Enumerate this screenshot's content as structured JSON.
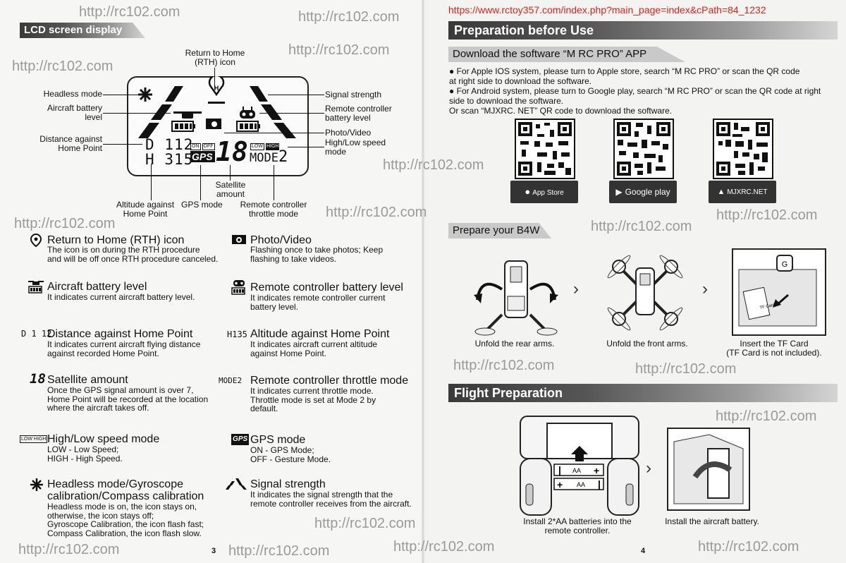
{
  "watermark": "http://rc102.com",
  "source_url": "https://www.rctoy357.com/index.php?main_page=index&cPath=84_1232",
  "left": {
    "section_title": "LCD screen display",
    "lcd_callouts": {
      "rth_icon": "Return to Home\n(RTH) icon",
      "headless": "Headless mode",
      "aircraft_battery": "Aircraft battery\nlevel",
      "distance": "Distance against\nHome Point",
      "signal": "Signal strength",
      "rc_battery": "Remote controller\nbattery level",
      "photo_video": "Photo/Video",
      "speed_mode": "High/Low speed\nmode",
      "satellite": "Satellite\namount",
      "altitude": "Altitude against\nHome Point",
      "gps_mode": "GPS mode",
      "throttle": "Remote controller\nthrottle mode"
    },
    "lcd_readout": {
      "d_label": "D",
      "d_value": "112",
      "h_label": "H",
      "h_value": "315",
      "gps_on": "ON",
      "gps_off": "OFF",
      "gps": "GPS",
      "sats": "18",
      "low": "LOW",
      "high": "HIGH",
      "mode": "MODE",
      "mode_num": "2"
    },
    "legend": {
      "rth_title": "Return to Home (RTH) icon",
      "rth_desc": "The icon is on during the RTH procedure\nand will be off once RTH procedure canceled.",
      "photo_title": "Photo/Video",
      "photo_desc": "Flashing once to take photos; Keep\nflashing to take videos.",
      "abat_title": "Aircraft battery level",
      "abat_desc": "It indicates current aircraft battery level.",
      "rcbat_title": "Remote controller battery level",
      "rcbat_desc": "It indicates remote controller current\nbattery level.",
      "dist_icon": "D 1 12",
      "dist_title": "Distance against Home Point",
      "dist_desc": "It indicates current aircraft flying distance\nagainst recorded Home Point.",
      "alt_icon": "H135",
      "alt_title": "Altitude against Home Point",
      "alt_desc": "It indicates aircraft current altitude\nagainst Home Point.",
      "sat_icon": "18",
      "sat_title": "Satellite amount",
      "sat_desc": "Once the GPS signal amount is over 7,\nHome Point will be recorded at the location\nwhere the aircraft takes off.",
      "thr_icon": "MODE2",
      "thr_title": "Remote controller throttle mode",
      "thr_desc": "It indicates current throttle mode.\nThrottle mode is set at Mode 2 by\ndefault.",
      "spd_icon": "LOW HIGH",
      "spd_title": "High/Low speed mode",
      "spd_desc": "LOW - Low Speed;\nHIGH - High Speed.",
      "gps_icon": "GPS",
      "gps_title": "GPS mode",
      "gps_desc": "ON - GPS Mode;\nOFF - Gesture Mode.",
      "hl_title": "Headless mode/Gyroscope\ncalibration/Compass calibration",
      "hl_desc": "Headless mode is on, the icon stays on,\notherwise, the icon stays off;\nGyroscope Calibration, the icon flash fast;\nCompass Calibration, the icon flash slow.",
      "sig_title": "Signal strength",
      "sig_desc": "It indicates the signal strength that the\nremote controller receives from the aircraft."
    },
    "page_number": "3"
  },
  "right": {
    "section_title": "Preparation before Use",
    "download_title": "Download the software “M RC PRO” APP",
    "bullets": [
      "● For Apple IOS system, please turn to Apple store, search “M RC PRO” or scan the QR code\n   at right side to download the software.",
      "● For Android system, please turn to Google play, search “M RC PRO” or scan the QR code at right\n   side to download the software.\n   Or scan “MJXRC. NET” QR code to download the software."
    ],
    "stores": [
      "App Store",
      "Google play",
      "MJXRC.NET"
    ],
    "prepare_title": "Prepare your B4W",
    "prepare_captions": [
      "Unfold the rear arms.",
      "Unfold the front arms.",
      "Insert the TF Card\n(TF Card is not included)."
    ],
    "tf_card_label": "TF Card",
    "flight_title": "Flight Preparation",
    "flight_captions": [
      "Install 2*AA batteries into the\nremote controller.",
      "Install the aircraft battery."
    ],
    "battery_label": "AA",
    "page_number": "4"
  }
}
